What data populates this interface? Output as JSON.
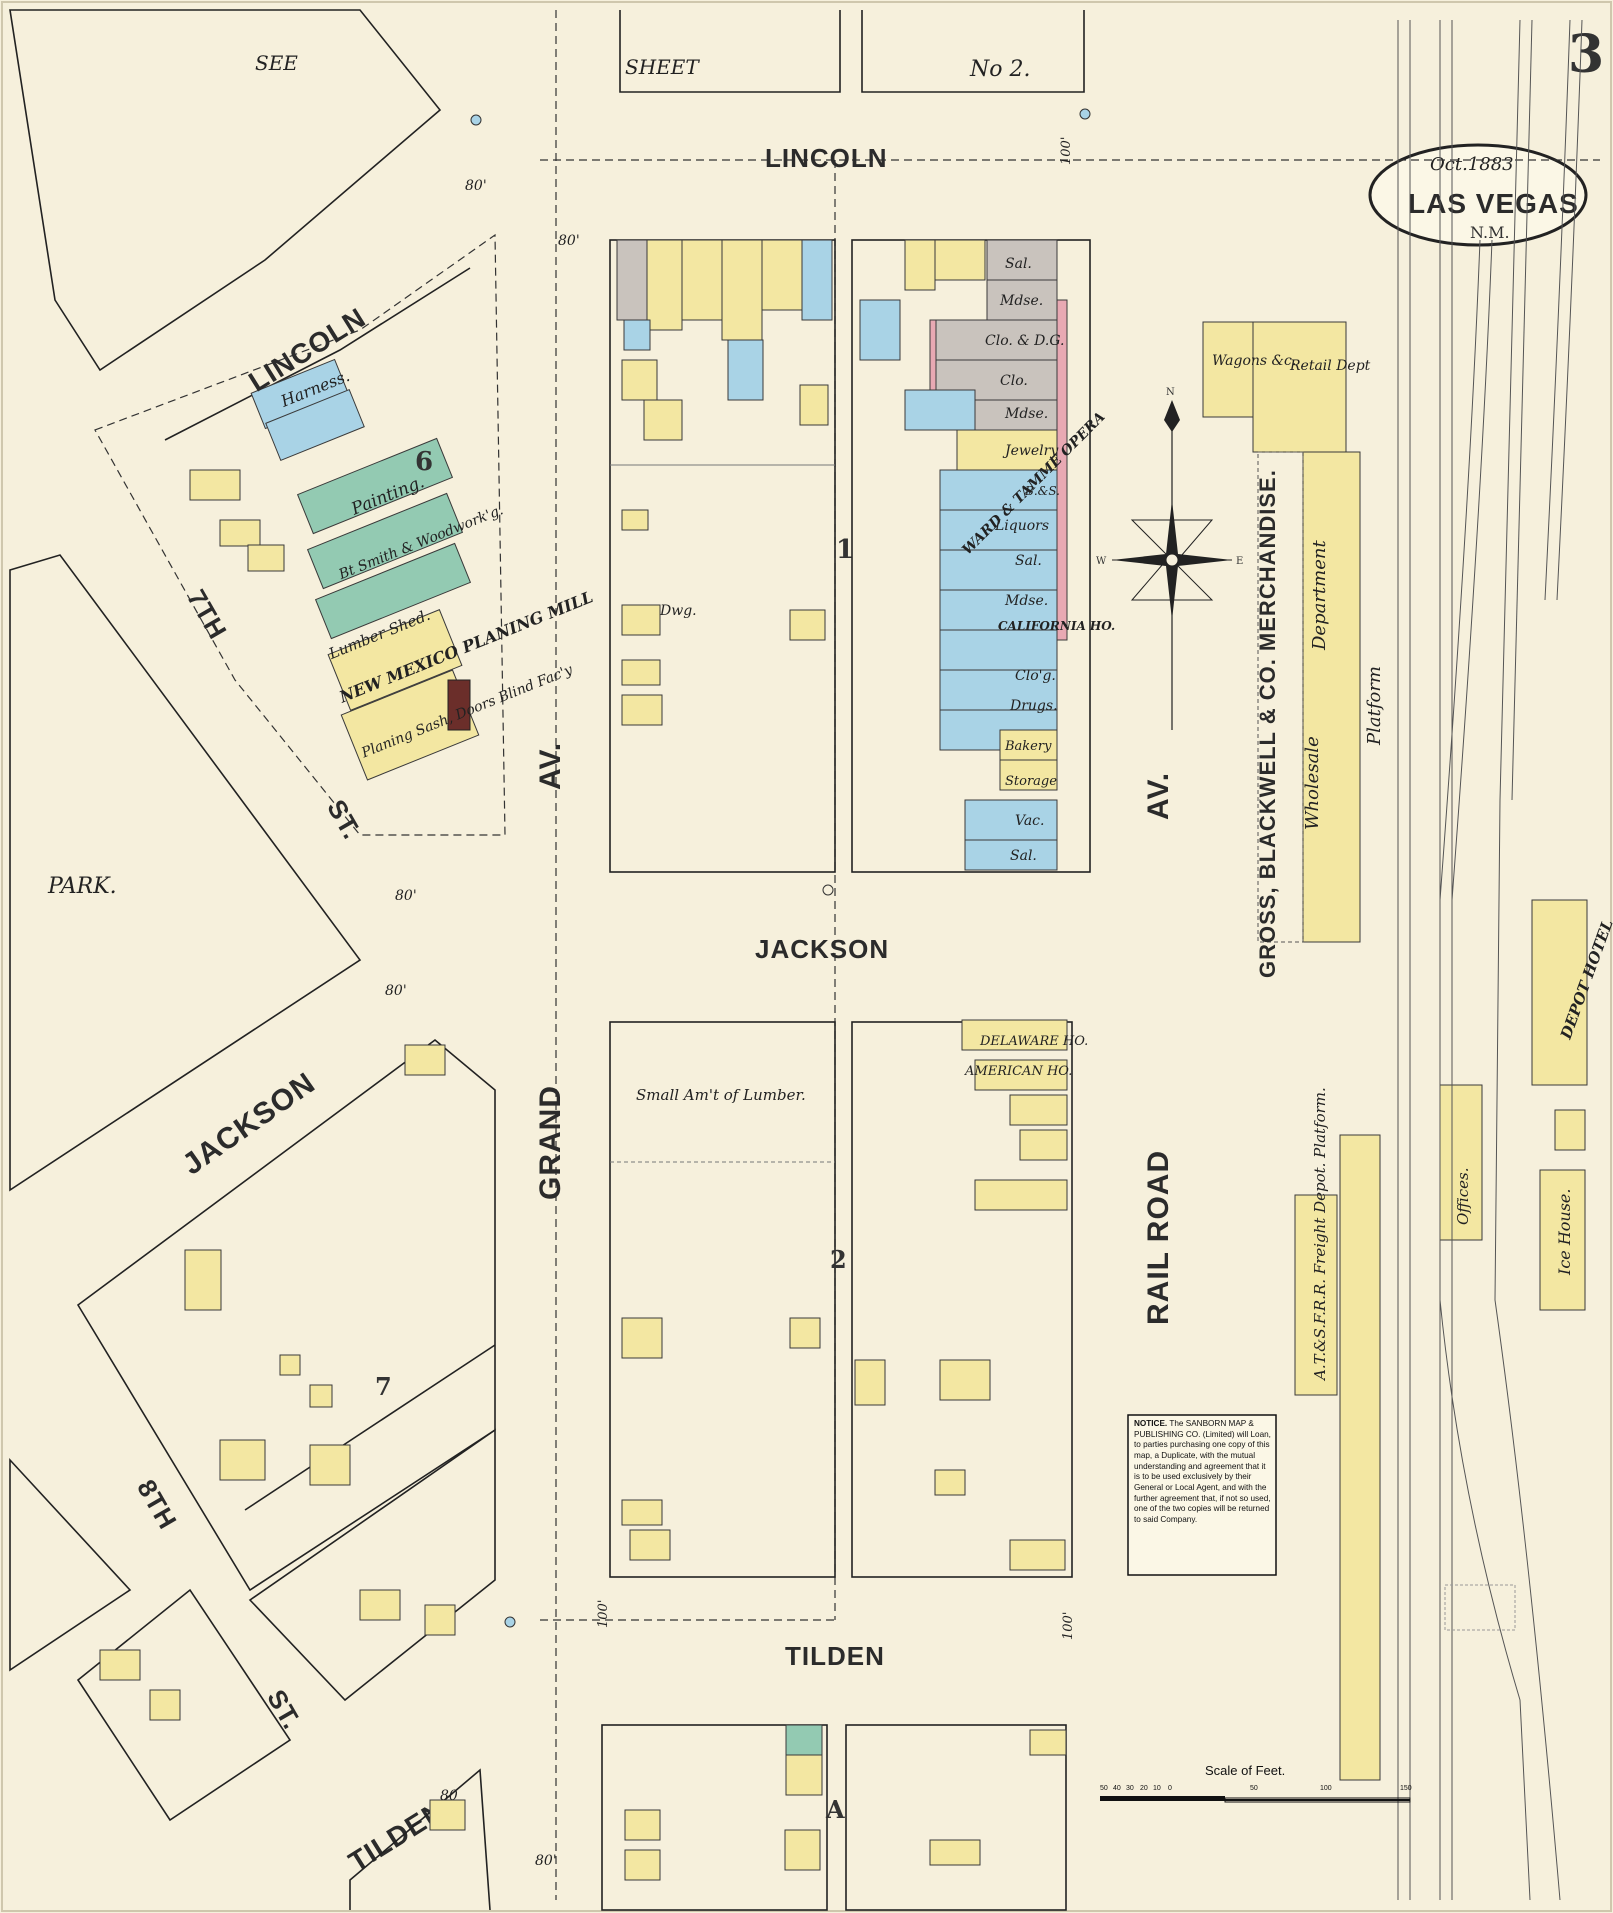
{
  "sheet_number": "3",
  "title_stamp": {
    "date": "Oct.1883",
    "city": "LAS VEGAS",
    "state": "N.M."
  },
  "header": {
    "see_left": "SEE",
    "sheet": "SHEET",
    "sheet_no": "No 2."
  },
  "streets": {
    "lincoln_top": "LINCOLN",
    "lincoln_left": "LINCOLN",
    "jackson_center": "JACKSON",
    "jackson_left": "JACKSON",
    "tilden_center": "TILDEN",
    "tilden_left": "TILDEN",
    "grand_av": "GRAND",
    "grand_av_suffix": "AV.",
    "rail_road": "RAIL ROAD",
    "rail_road_av": "AV.",
    "seventh_st": "7TH",
    "seventh_st_suffix": "ST.",
    "eighth_st": "8TH",
    "eighth_st_suffix": "ST.",
    "park": "PARK."
  },
  "block_numbers": [
    "6",
    "7",
    "1",
    "2",
    "A"
  ],
  "labels": {
    "planing_mill": "NEW MEXICO PLANING MILL",
    "lumber_shed": "Lumber Shed.",
    "planing": "Planing Sash, Doors Blind Fac'y",
    "painting": "Painting.",
    "harness": "Harness.",
    "smith": "Bt Smith & Woodwork'g.",
    "gross": "GROSS, BLACKWELL & CO. MERCHANDISE.",
    "wholesale": "Wholesale",
    "department": "Department",
    "platform": "Platform",
    "wagons": "Wagons &c.",
    "retail": "Retail Dept",
    "freight_depot": "A.T.&S.F.R.R. Freight Depot. Platform.",
    "depot_hotel": "DEPOT HOTEL",
    "ice_house": "Ice House.",
    "offices": "Offices.",
    "small_amt": "Small Am't of Lumber.",
    "ward_opera": "WARD & TAMME OPERA",
    "california": "CALIFORNIA HO.",
    "delaware": "DELAWARE HO.",
    "american": "AMERICAN HO."
  },
  "shop_labels": [
    "Sal.",
    "Mdse.",
    "Clo. & D.G.",
    "Clo.",
    "Mdse.",
    "Jewelry",
    "B.&S.",
    "Liquors",
    "Sal.",
    "Mdse.",
    "Clo'g.",
    "Drugs.",
    "Bakery",
    "Storage",
    "Vac.",
    "Sal."
  ],
  "notice": {
    "heading": "NOTICE.",
    "body": "The SANBORN MAP & PUBLISHING CO. (Limited) will Loan, to parties purchasing one copy of this map, a Duplicate, with the mutual understanding and agreement that it is to be used exclusively by their General or Local Agent, and with the further agreement that, if not so used, one of the two copies will be returned to said Company."
  },
  "scale": {
    "label": "Scale of Feet.",
    "ticks": [
      "50",
      "40",
      "30",
      "20",
      "10",
      "0",
      "50",
      "100",
      "150"
    ]
  },
  "dimensions": [
    "80'",
    "80'",
    "100'",
    "80'",
    "80'",
    "80",
    "80'",
    "100'",
    "100'"
  ],
  "colors": {
    "paper": "#f6f0dc",
    "frame": "#f3e7a2",
    "brick": "#e8a9b3",
    "stone": "#a9d3e6",
    "iron": "#c9c3bd",
    "special": "#93cab2"
  }
}
